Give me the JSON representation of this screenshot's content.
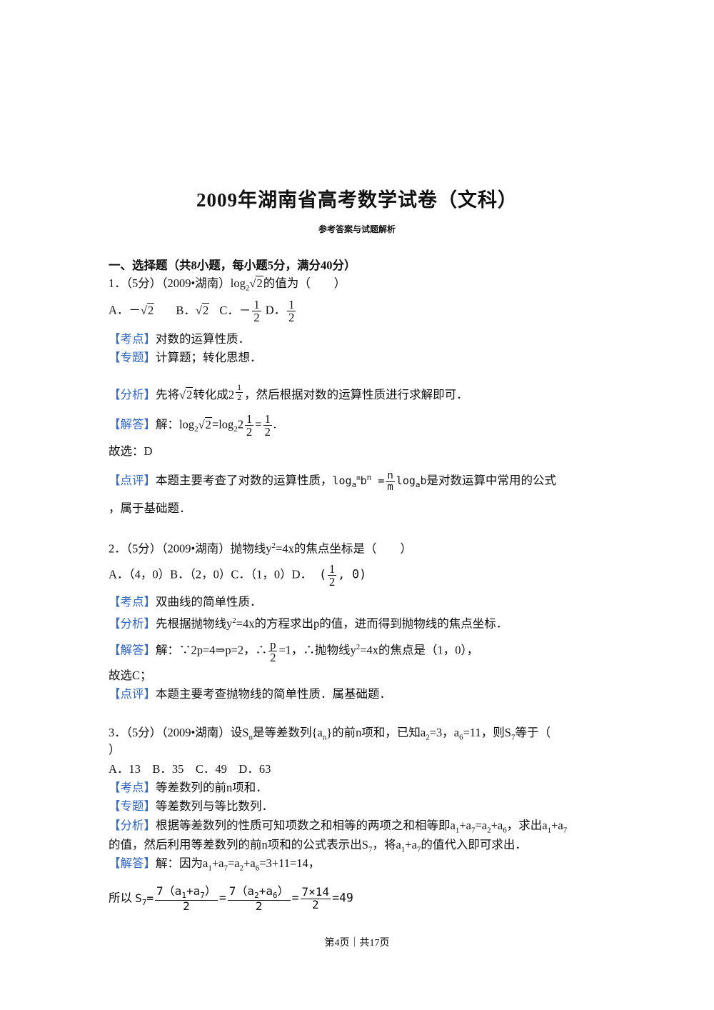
{
  "title": "2009年湖南省高考数学试卷（文科）",
  "subtitle": "参考答案与试题解析",
  "section": "一、选择题（共8小题，每小题5分，满分40分）",
  "tags": {
    "kaodian": "【考点】",
    "zhuanti": "【专题】",
    "fenxi": "【分析】",
    "jieda": "【解答】",
    "dianping": "【点评】"
  },
  "q1": {
    "stem_pre": "1．（5分）（2009•湖南）log",
    "stem_post": "的值为（　　）",
    "optA": "A．－",
    "optB": "B．",
    "optC": "C．－",
    "optD": "D．",
    "kaodian": "对数的运算性质．",
    "zhuanti": "计算题；转化思想．",
    "fenxi_pre": "先将",
    "fenxi_mid": "转化成",
    "fenxi_post": "，然后根据对数的运算性质进行求解即可．",
    "jieda_pre": "解：log",
    "jieda_mid": "=log",
    "jieda_mid2": "2",
    "xuan": "故选：D",
    "dianping_pre": "本题主要考查了对数的运算性质，",
    "dianping_post": "是对数运算中常用的公式",
    "dianping_line2": "，属于基础题．"
  },
  "q2": {
    "stem": "2．（5分）（2009•湖南）抛物线y",
    "stem_post": "=4x的焦点坐标是（　　）",
    "opts": "A．（4，0）B．（2，0）C．（1，0）D．",
    "kaodian": "双曲线的简单性质．",
    "fenxi_pre": "先根据抛物线y",
    "fenxi_post": "=4x的方程求出p的值，进而得到抛物线的焦点坐标．",
    "jieda_pre": "解：∵2p=4⇒p=2，∴",
    "jieda_mid": "=1，∴抛物线y",
    "jieda_post": "=4x的焦点是（1，0），",
    "xuan": "故选C；",
    "dianping": "本题主要考查抛物线的简单性质．属基础题．"
  },
  "q3": {
    "stem_line1": "3．（5分）（2009•湖南）设S",
    "stem_line1b": "是等差数列{a",
    "stem_line1c": "}的前n项和，已知a",
    "stem_line1d": "=3，a",
    "stem_line1e": "=11，则S",
    "stem_line1f": "等于（",
    "stem_line2": "）",
    "opts": "A．13　B．35　C．49　D．63",
    "kaodian": "等差数列的前n项和．",
    "zhuanti": "等差数列与等比数列．",
    "fenxi_line1": "根据等差数列的性质可知项数之和相等的两项之和相等即a",
    "fenxi_line2": "的值，然后利用等差数列的前n项和的公式表示出S",
    "jieda": "解：因为a",
    "suoyi": "所以",
    "result": "=49"
  },
  "footer": "第4页｜共17页"
}
